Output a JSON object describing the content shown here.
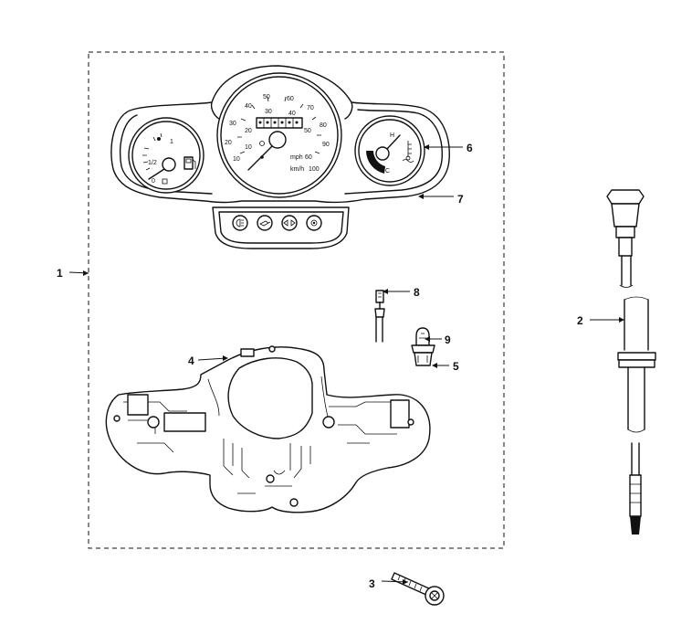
{
  "callouts": [
    {
      "number": "1"
    },
    {
      "number": "2"
    },
    {
      "number": "3"
    },
    {
      "number": "4"
    },
    {
      "number": "5"
    },
    {
      "number": "6"
    },
    {
      "number": "7"
    },
    {
      "number": "8"
    },
    {
      "number": "9"
    }
  ],
  "gauges": {
    "fuel": {
      "full_mark": "1",
      "half_mark": "1/2",
      "empty_mark": "0"
    },
    "speedometer": {
      "kmh_ticks": [
        "10",
        "20",
        "30",
        "40",
        "50",
        "60",
        "70",
        "80",
        "90",
        "100"
      ],
      "mph_ticks": [
        "10",
        "20",
        "30",
        "40",
        "50",
        "60"
      ],
      "mph_label": "mph",
      "kmh_label": "km/h",
      "kmh_max": "100"
    },
    "temperature": {
      "hot_label": "H",
      "cold_label": "C"
    }
  },
  "icons": [
    "fuel-pump-icon",
    "coolant-temp-icon",
    "headlight-icon",
    "turn-signal-icon",
    "high-beam-icon",
    "oil-icon"
  ]
}
